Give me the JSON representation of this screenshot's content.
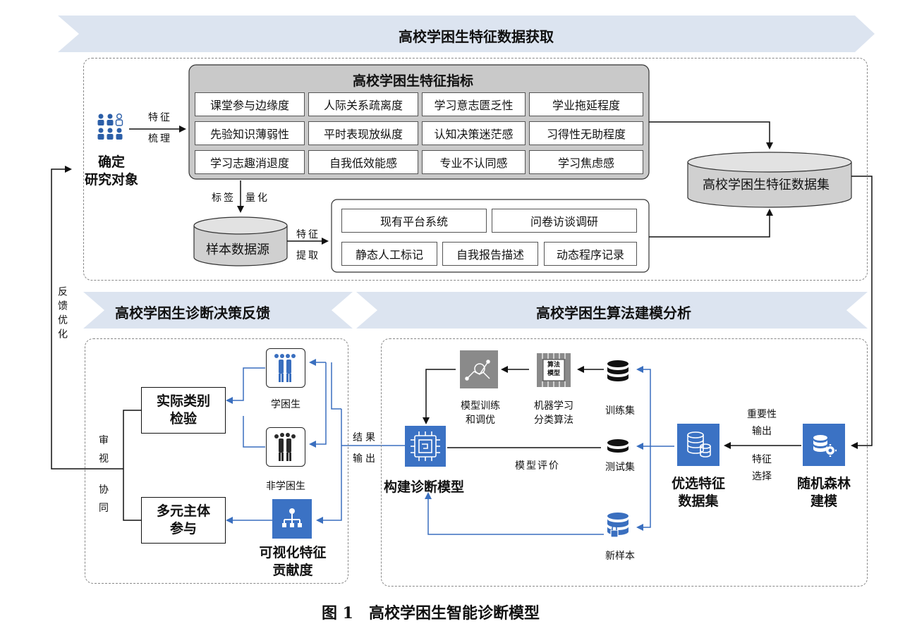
{
  "banners": {
    "top": "高校学困生特征数据获取",
    "feedback": "高校学困生诊断决策反馈",
    "modeling": "高校学困生算法建模分析"
  },
  "research_object": {
    "line1": "确定",
    "line2": "研究对象"
  },
  "feature_sort": {
    "line1": "特征",
    "line2": "梳理"
  },
  "indicators": {
    "title": "高校学困生特征指标",
    "rows": [
      [
        "课堂参与边缘度",
        "人际关系疏离度",
        "学习意志匮乏性",
        "学业拖延程度"
      ],
      [
        "先验知识薄弱性",
        "平时表现放纵度",
        "认知决策迷茫感",
        "习得性无助程度"
      ],
      [
        "学习志趣消退度",
        "自我低效能感",
        "专业不认同感",
        "学习焦虑感"
      ]
    ]
  },
  "tag_quantify": {
    "left": "标签",
    "right": "量化"
  },
  "sample_source": "样本数据源",
  "feature_extract": {
    "line1": "特征",
    "line2": "提取"
  },
  "sources": {
    "row1": [
      "现有平台系统",
      "问卷访谈调研"
    ],
    "row2": [
      "静态人工标记",
      "自我报告描述",
      "动态程序记录"
    ]
  },
  "dataset": "高校学困生特征数据集",
  "feedback_optimize": "反馈优化",
  "review": {
    "a": "审",
    "b": "视",
    "c": "协",
    "d": "同"
  },
  "actual_check": {
    "line1": "实际类别",
    "line2": "检验"
  },
  "multi_party": {
    "line1": "多元主体",
    "line2": "参与"
  },
  "struggling": "学困生",
  "non_struggling": "非学困生",
  "visual_contrib": {
    "line1": "可视化特征",
    "line2": "贡献度"
  },
  "result_output": {
    "line1": "结果",
    "line2": "输出"
  },
  "build_model": "构建诊断模型",
  "model_train": {
    "line1": "模型训练",
    "line2": "和调优"
  },
  "ml_algo": {
    "line1": "机器学习",
    "line2": "分类算法",
    "chip1": "算法",
    "chip2": "模型"
  },
  "train_set": "训练集",
  "test_set": "测试集",
  "model_eval": "模型评价",
  "new_sample": "新样本",
  "selected_dataset": {
    "line1": "优选特征",
    "line2": "数据集"
  },
  "importance_output": {
    "line1": "重要性",
    "line2": "输出"
  },
  "feature_select": {
    "line1": "特征",
    "line2": "选择"
  },
  "random_forest": {
    "line1": "随机森林",
    "line2": "建模"
  },
  "caption": "图 1　高校学困生智能诊断模型",
  "colors": {
    "banner": "#dce4f0",
    "accent_blue": "#3a6fbf",
    "tile_blue": "#3b72c4",
    "panel_gray": "#c8c8c8"
  },
  "icons": [
    "people-group-icon",
    "chart-network-icon",
    "cpu-chip-icon",
    "database-icon",
    "users-icon",
    "hierarchy-icon",
    "database-gear-icon",
    "database-lock-icon"
  ]
}
